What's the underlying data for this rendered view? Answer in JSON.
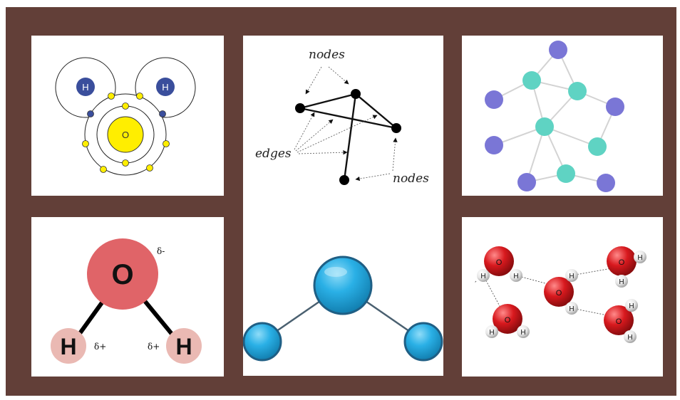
{
  "atom_diagram": {
    "center_label": "O",
    "left_label": "H",
    "right_label": "H",
    "colors": {
      "oxygen": "#ffee00",
      "hydrogen": "#3a4e9c",
      "electron": "#ffee00"
    }
  },
  "water_molecule": {
    "oxygen_label": "O",
    "oxygen_charge": "δ-",
    "h_left_label": "H",
    "h_left_charge": "δ+",
    "h_right_label": "H",
    "h_right_charge": "δ+",
    "colors": {
      "oxygen": "#e06468",
      "hydrogen": "#eab9b3"
    }
  },
  "graph_diagram": {
    "label_nodes_top": "nodes",
    "label_edges": "edges",
    "label_nodes_bottom": "nodes"
  },
  "ball_model": {
    "colors": {
      "ball": "#2ab0e6"
    }
  },
  "network": {
    "colors": {
      "outer_node": "#7a76d6",
      "inner_node": "#5fd3c3",
      "edge": "#d3d3d3"
    }
  },
  "hydrogen_bonds": {
    "molecules": [
      {
        "o": "O",
        "h1": "H",
        "h2": "H"
      },
      {
        "o": "O",
        "h1": "H",
        "h2": "H"
      },
      {
        "o": "O",
        "h1": "H",
        "h2": "H"
      },
      {
        "o": "O",
        "h1": "H",
        "h2": "H"
      },
      {
        "o": "O",
        "h1": "H",
        "h2": "H"
      }
    ],
    "colors": {
      "oxygen": "#d8191e",
      "hydrogen": "#eeeeee"
    }
  }
}
